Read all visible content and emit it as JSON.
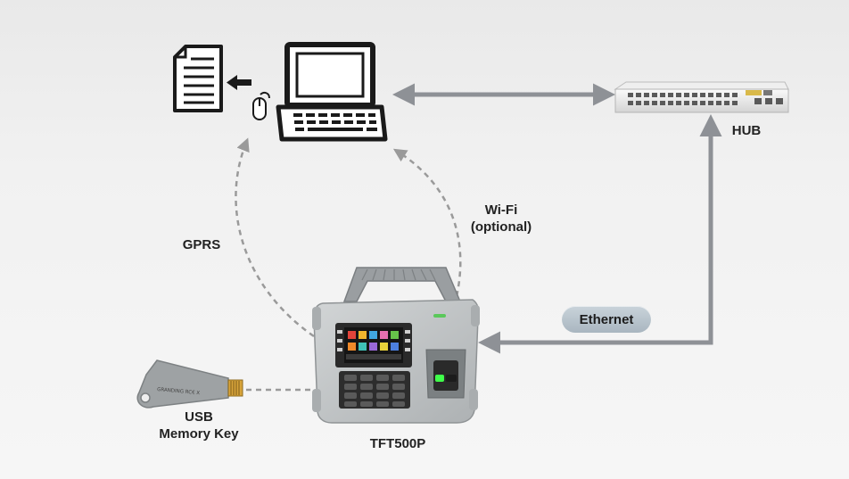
{
  "labels": {
    "hub": "HUB",
    "gprs": "GPRS",
    "wifi_line1": "Wi-Fi",
    "wifi_line2": "(optional)",
    "ethernet": "Ethernet",
    "usb_line1": "USB",
    "usb_line2": "Memory Key",
    "device": "TFT500P"
  },
  "usb_key_text": "GRANDING RC€ X",
  "colors": {
    "connector": "#8e9196",
    "dashed": "#9a9a9a",
    "device_body": "#c4c7c8",
    "ethernet_pill": "#b4c0c8"
  },
  "icons": [
    "document-icon",
    "arrow-left-icon",
    "mouse-icon",
    "laptop-icon",
    "network-hub-icon",
    "usb-key-icon",
    "fingerprint-terminal-icon"
  ]
}
